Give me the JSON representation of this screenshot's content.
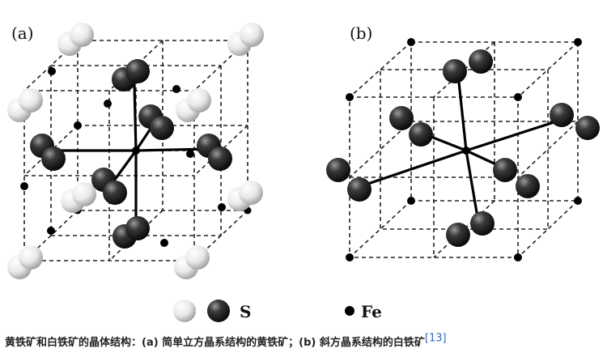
{
  "figure": {
    "panel_a_label": "(a)",
    "panel_b_label": "(b)",
    "legend": {
      "sulfur_label": "S",
      "iron_label": "Fe",
      "sulfur_icon": "sulfur-atom-pair-icon",
      "iron_icon": "iron-atom-dot-icon"
    },
    "caption": {
      "text": "黄铁矿和白铁矿的晶体结构：(a) 简单立方晶系结构的黄铁矿；(b) 斜方晶系结构的白铁矿",
      "ref": "[13]"
    },
    "colors": {
      "sulfur_dark": "#1a1a1a",
      "sulfur_light": "#e6e6e6",
      "iron": "#000000",
      "bond": "#000000",
      "lattice": "#222222",
      "ref_link": "#3366cc"
    }
  }
}
